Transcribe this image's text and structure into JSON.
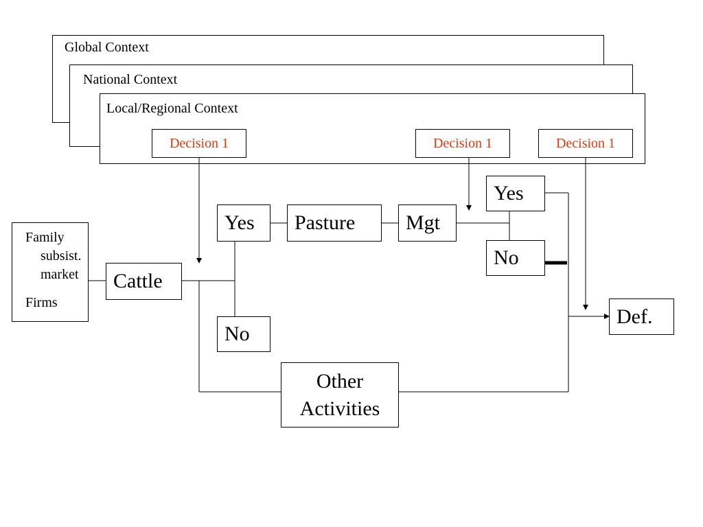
{
  "contexts": {
    "global": "Global Context",
    "national": "National Context",
    "local": "Local/Regional Context"
  },
  "decisions": [
    "Decision 1",
    "Decision 1",
    "Decision 1"
  ],
  "actors": {
    "family": "Family",
    "subsist": "subsist.",
    "market": "market",
    "firms": "Firms"
  },
  "nodes": {
    "cattle": "Cattle",
    "yes_1": "Yes",
    "pasture": "Pasture",
    "mgt": "Mgt",
    "no_1": "No",
    "yes_2": "Yes",
    "no_2": "No",
    "def": "Def.",
    "other_line1": "Other",
    "other_line2": "Activities"
  },
  "colors": {
    "decision_text": "#e8380d",
    "line": "#000000",
    "background": "#ffffff"
  }
}
